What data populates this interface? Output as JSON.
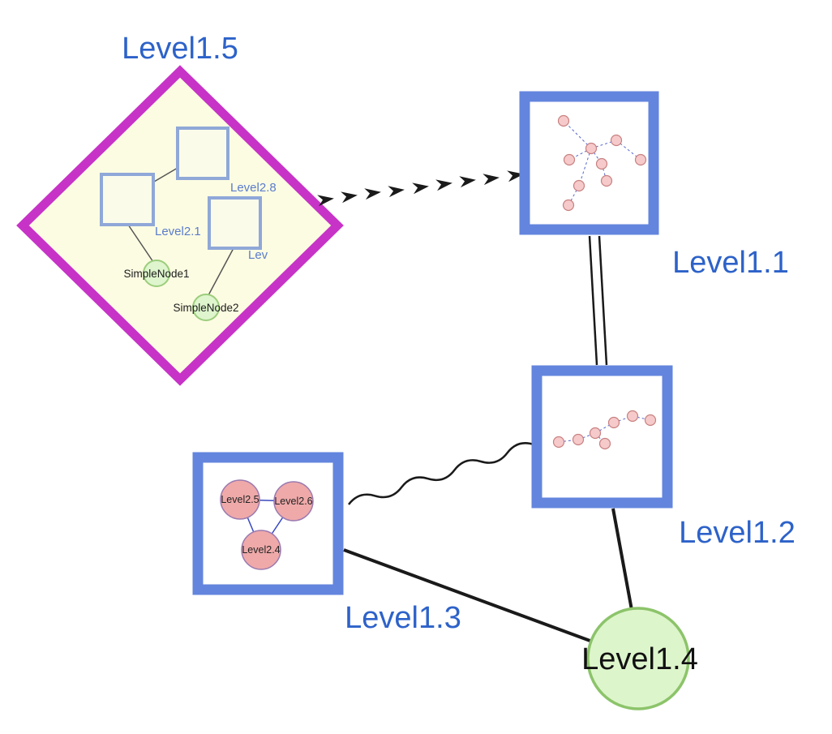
{
  "nodes": {
    "level15": {
      "label": "Level1.5",
      "shape": "diamond-group"
    },
    "level11": {
      "label": "Level1.1",
      "shape": "square-group"
    },
    "level12": {
      "label": "Level1.2",
      "shape": "square-group"
    },
    "level13": {
      "label": "Level1.3",
      "shape": "square-group"
    },
    "level14": {
      "label": "Level1.4",
      "shape": "circle"
    }
  },
  "level15_children": {
    "groups": [
      {
        "label": "Level2.8"
      },
      {
        "label": "Level2.1"
      },
      {
        "label": "Lev"
      }
    ],
    "nodes": [
      {
        "label": "SimpleNode1"
      },
      {
        "label": "SimpleNode2"
      }
    ]
  },
  "level13_children": {
    "nodes": [
      {
        "label": "Level2.5"
      },
      {
        "label": "Level2.6"
      },
      {
        "label": "Level2.4"
      }
    ]
  },
  "edges": [
    {
      "from": "Level1.5",
      "to": "Level1.1",
      "style": "dashed-arrow-chain"
    },
    {
      "from": "Level1.1",
      "to": "Level1.2",
      "style": "double-line"
    },
    {
      "from": "Level1.3",
      "to": "Level1.2",
      "style": "wavy"
    },
    {
      "from": "Level1.3",
      "to": "Level1.4",
      "style": "solid"
    },
    {
      "from": "Level1.2",
      "to": "Level1.4",
      "style": "solid"
    }
  ],
  "colors": {
    "label_blue": "#2d62c9",
    "group_border_blue": "#6385de",
    "diamond_border_magenta": "#c733c7",
    "diamond_fill": "#fcfce2",
    "inner_square_fill": "#fbfbea",
    "inner_square_border": "#8fa8d8",
    "green_node_fill": "#def5cd",
    "green_node_border": "#8cc46a",
    "pink_node_fill": "#efa9a9",
    "pink_node_border": "#9a7ab0",
    "mini_node_fill": "#f6caca",
    "mini_node_border": "#c88080",
    "mini_edge_blue": "#5566cc",
    "edge_black": "#1a1a1a",
    "level14_label_black": "#111111"
  }
}
